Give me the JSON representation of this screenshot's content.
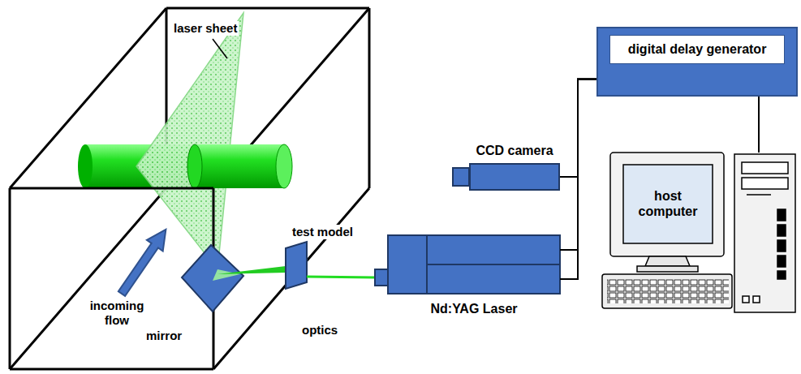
{
  "diagram": {
    "nodes": [
      {
        "text": [
          "digital delay generator"
        ]
      },
      {
        "text": [
          "CCD camera"
        ]
      },
      {
        "text": [
          "host computer"
        ]
      },
      {
        "text": [
          "Nd:YAG Laser"
        ]
      }
    ],
    "edges": [
      {
        "from": 0,
        "to": 1,
        "arrow": "none"
      },
      {
        "from": 0,
        "to": 3,
        "arrow": "none"
      },
      {
        "from": 0,
        "to": 3,
        "arrow": "none"
      },
      {
        "from": 0,
        "to": 2,
        "arrow": "none"
      }
    ],
    "labels": [
      "laser sheet",
      "incoming flow",
      "mirror",
      "test model",
      "optics"
    ]
  }
}
